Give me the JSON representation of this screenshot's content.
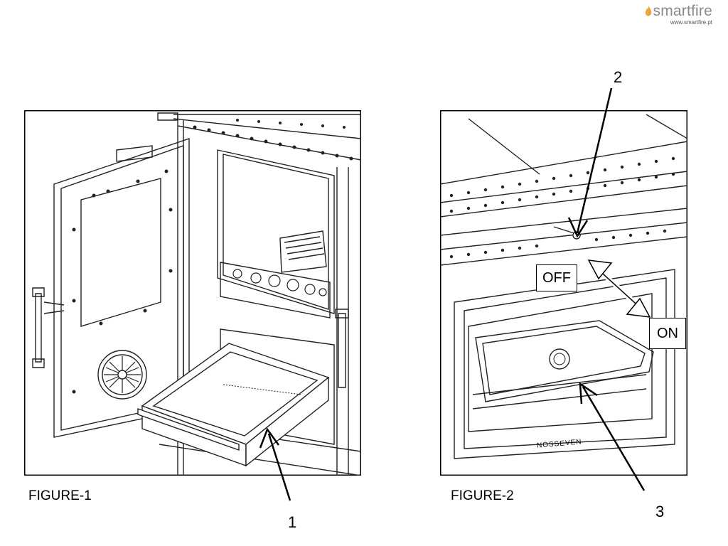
{
  "brand": {
    "name": "smartfire",
    "url": "www.smartfire.pt",
    "color": "#f2a23a"
  },
  "figure1": {
    "caption": "FIGURE-1",
    "callout": "1"
  },
  "figure2": {
    "caption": "FIGURE-2",
    "callouts": {
      "top": "2",
      "bottom": "3"
    },
    "off_label": "OFF",
    "on_label": "ON",
    "badge_text": "NOSSEVEN"
  }
}
